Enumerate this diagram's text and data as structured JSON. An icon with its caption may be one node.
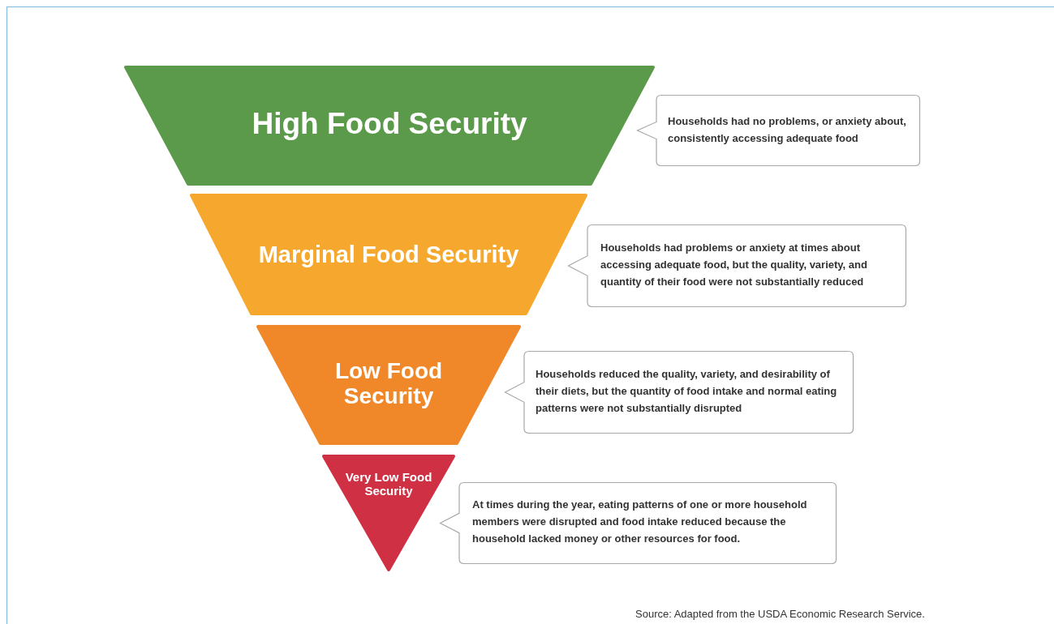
{
  "diagram": {
    "caption": "Source: Adapted from the USDA Economic Research Service.",
    "nodes": [
      {
        "text": [
          "High Food Security"
        ]
      },
      {
        "text": [
          "Households had no problems, or anxiety about, consistently accessing adequate food"
        ]
      },
      {
        "text": [
          "Marginal Food Security"
        ]
      },
      {
        "text": [
          "Households had problems or anxiety at times about accessing adequate food, but the quality, variety, and quantity of their food were not substantially reduced"
        ]
      },
      {
        "text": [
          "Low Food Security"
        ]
      },
      {
        "text": [
          "Households reduced the quality, variety, and desirability of their diets, but the quantity of food intake and normal eating patterns were not substantially disrupted"
        ]
      },
      {
        "text": [
          "Very Low Food Security"
        ]
      },
      {
        "text": [
          "At times during the year, eating patterns of one or more household members were disrupted and food intake reduced because the household lacked money or other resources for food."
        ]
      }
    ]
  }
}
